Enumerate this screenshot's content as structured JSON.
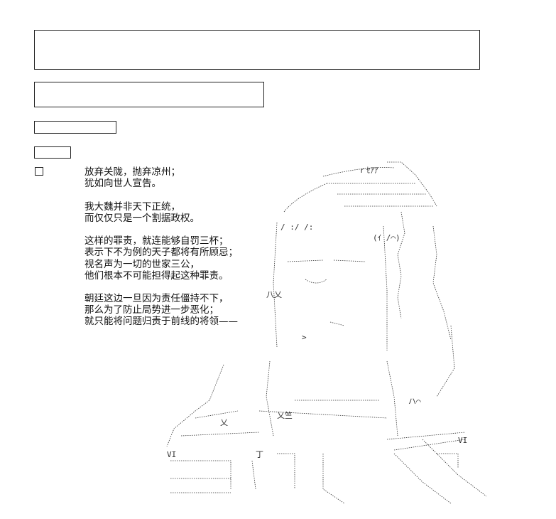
{
  "text_lines": [
    "放弃关陇，抛弃凉州；",
    "犹如向世人宣告。",
    "",
    "我大魏并非天下正统，",
    "而仅仅只是一个割据政权。",
    "",
    "这样的罪责，就连能够自罚三杯；",
    "表示下不为例的天子都将有所顾忌；",
    "视名声为一切的世家三公，",
    "他们根本不可能担得起这种罪责。",
    "",
    "朝廷这边一旦因为责任僵持不下，",
    "那么为了防止局势进一步恶化；",
    "就只能将问题归责于前线的将领——"
  ]
}
